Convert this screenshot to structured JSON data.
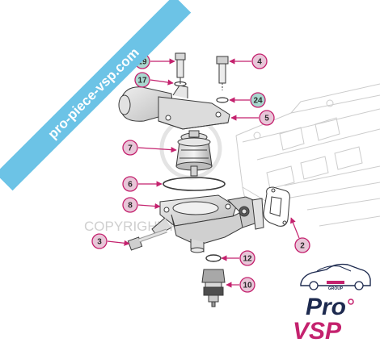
{
  "banner": {
    "text": "pro-piece-vsp.com",
    "color": "#6cc3e6"
  },
  "watermark": {
    "text": "COPYRIGHT ProVSP"
  },
  "logo": {
    "line1": "Pro",
    "line2": "VSP",
    "badge": "GROUP",
    "navy": "#1d2a4f",
    "magenta": "#c4226e"
  },
  "callouts": [
    {
      "label": "19",
      "fill": "#a9d7cf"
    },
    {
      "label": "17",
      "fill": "#a9d7cf"
    },
    {
      "label": "4",
      "fill": "#e8c6d8"
    },
    {
      "label": "24",
      "fill": "#a9d7cf"
    },
    {
      "label": "5",
      "fill": "#e8c6d8"
    },
    {
      "label": "7",
      "fill": "#e8c6d8"
    },
    {
      "label": "6",
      "fill": "#e8c6d8"
    },
    {
      "label": "8",
      "fill": "#e8c6d8"
    },
    {
      "label": "2",
      "fill": "#e8c6d8"
    },
    {
      "label": "3",
      "fill": "#e8c6d8"
    },
    {
      "label": "12",
      "fill": "#e8c6d8"
    },
    {
      "label": "10",
      "fill": "#e8c6d8"
    }
  ],
  "colors": {
    "leader": "#c4226e",
    "line": "#3a3a3a",
    "faint": "#c8c8c8"
  }
}
